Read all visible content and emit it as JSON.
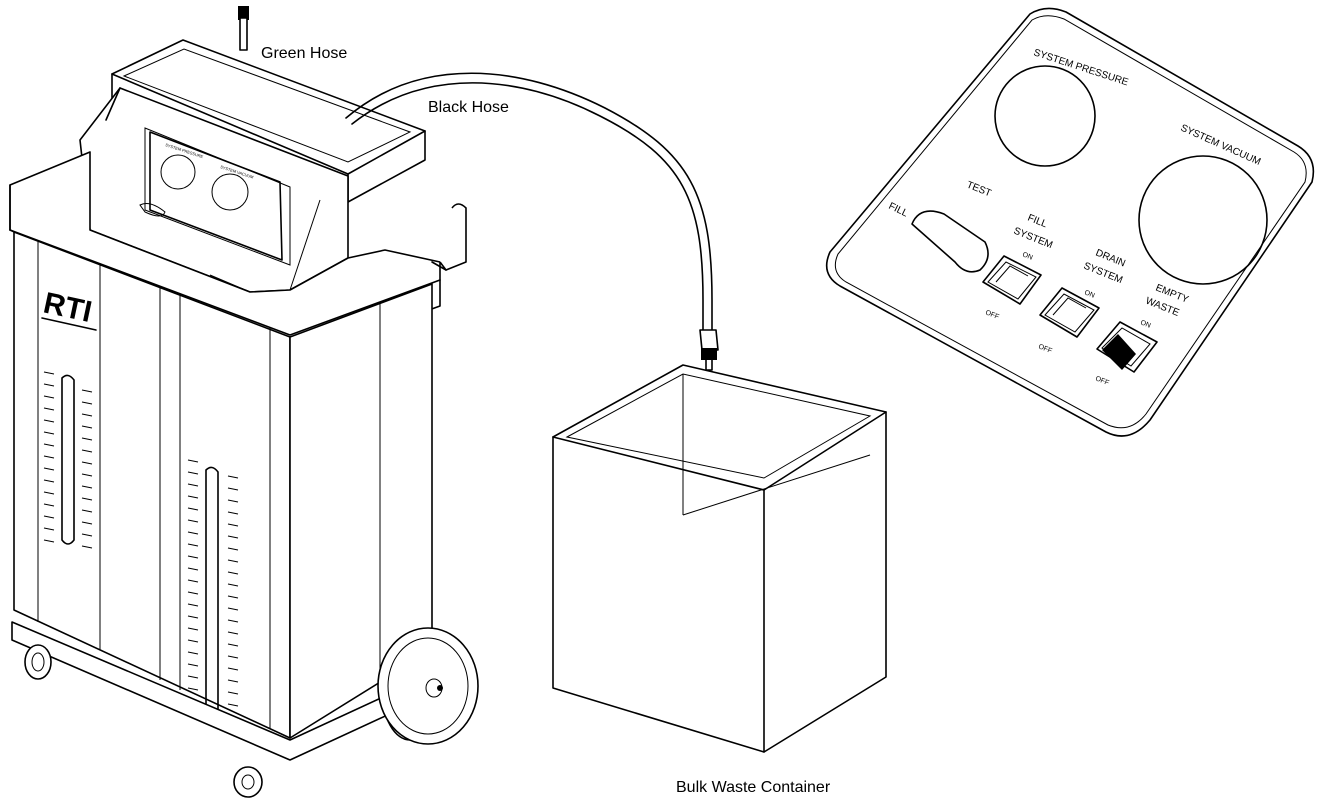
{
  "labels": {
    "green_hose": "Green Hose",
    "black_hose": "Black Hose",
    "bulk_waste_container": "Bulk Waste Container",
    "brand": "RTI"
  },
  "panel": {
    "system_pressure": "SYSTEM PRESSURE",
    "system_vacuum": "SYSTEM VACUUM",
    "test": "TEST",
    "fill": "FILL",
    "fill_system_1": "FILL",
    "fill_system_2": "SYSTEM",
    "drain_system_1": "DRAIN",
    "drain_system_2": "SYSTEM",
    "empty_waste_1": "EMPTY",
    "empty_waste_2": "WASTE",
    "on": "ON",
    "off": "OFF"
  },
  "colors": {
    "line": "#000000",
    "background": "#ffffff"
  },
  "switch_states": {
    "fill_system": "off",
    "drain_system": "off",
    "empty_waste": "on"
  }
}
